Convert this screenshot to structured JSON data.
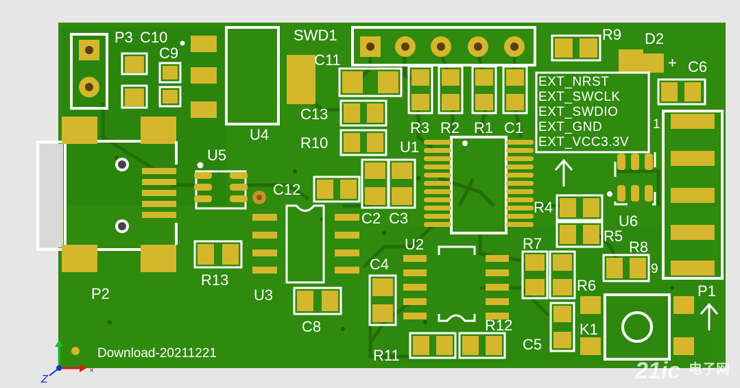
{
  "board": {
    "colors": {
      "mask": "#2f8a0e",
      "mask_dark": "#1f6a06",
      "pad": "#d4b72c",
      "silk": "#ffffff",
      "background": "#e6e6e6"
    },
    "download_text": "Download-20211221"
  },
  "designators": {
    "P3": "P3",
    "C10": "C10",
    "C9": "C9",
    "U4": "U4",
    "SWD1": "SWD1",
    "C11": "C11",
    "R9": "R9",
    "D2": "D2",
    "plus": "+",
    "C6": "C6",
    "C13": "C13",
    "R10": "R10",
    "R3": "R3",
    "R2": "R2",
    "R1": "R1",
    "C1": "C1",
    "U1": "U1",
    "U5": "U5",
    "C12": "C12",
    "C2": "C2",
    "C3": "C3",
    "R4": "R4",
    "U6": "U6",
    "R5": "R5",
    "pin1": "1",
    "R7": "R7",
    "R8": "R8",
    "pin9": "9",
    "U2": "U2",
    "C4": "C4",
    "R13": "R13",
    "U3": "U3",
    "R6": "R6",
    "P1": "P1",
    "P2": "P2",
    "C8": "C8",
    "R12": "R12",
    "K1": "K1",
    "C5": "C5",
    "R11": "R11"
  },
  "ext_labels": [
    "EXT_NRST",
    "EXT_SWCLK",
    "EXT_SWDIO",
    "EXT_GND",
    "EXT_VCC3.3V"
  ],
  "watermark": {
    "brand": "21ic",
    "site": "电子网"
  },
  "axes": {
    "z_label": "Z"
  }
}
